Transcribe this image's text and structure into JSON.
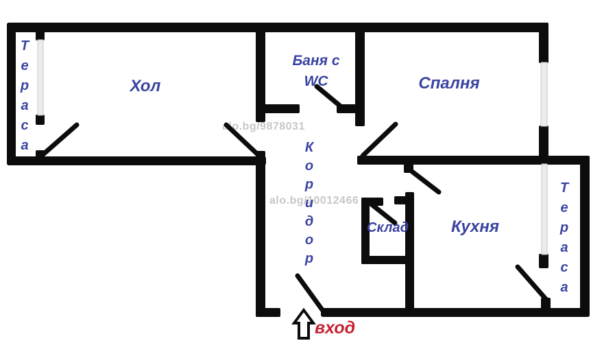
{
  "plan": {
    "rooms": {
      "terrace_left": "Тераса",
      "hall": "Хол",
      "bathroom_line1": "Баня с",
      "bathroom_line2": "WC",
      "bedroom": "Спалня",
      "corridor": "Коридор",
      "storage": "Склад",
      "kitchen": "Кухня",
      "terrace_right": "Тераса",
      "entrance": "вход"
    },
    "watermarks": [
      "alo.bg/9878031",
      "alo.bg/10012466"
    ],
    "colors": {
      "wall": "#0c0c0c",
      "room_label": "#3a44a0",
      "entrance_label": "#c52333",
      "watermark": "#c2c2c2",
      "window": "#ececec"
    }
  }
}
